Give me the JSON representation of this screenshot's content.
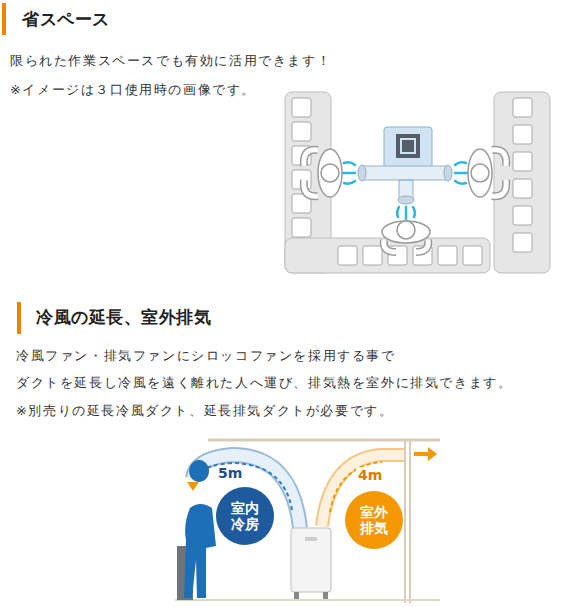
{
  "diagram": {
    "nodes": [
      {
        "text": [
          "室内冷房"
        ]
      },
      {
        "text": [
          "室外排気"
        ]
      }
    ],
    "edges": [],
    "labels": [
      "省スペース",
      "限られた作業スペースでも有効に活用できます！",
      "※イメージは３口使用時の画像です。",
      "冷風の延長、室外排気",
      "冷風ファン・排気ファンにシロッコファンを採用する事で",
      "ダクトを延長し冷風を遠く離れた人へ運び、排気熱を室外に排気できます。",
      "※別売りの延長冷風ダクト、延長排気ダクトが必要です。",
      "5m",
      "4m"
    ]
  }
}
